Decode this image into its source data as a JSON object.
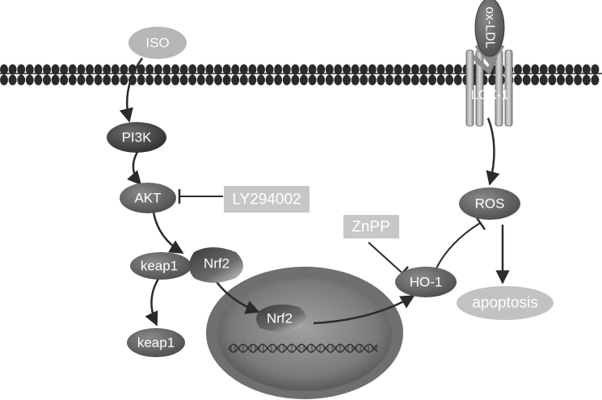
{
  "nodes": {
    "iso": "ISO",
    "pi3k": "PI3K",
    "akt": "AKT",
    "ly294002": "LY294002",
    "keap1": "keap1",
    "nrf2": "Nrf2",
    "znpp": "ZnPP",
    "ho1": "HO-1",
    "ros": "ROS",
    "apoptosis": "apoptosis",
    "oxldl": "ox-LDL",
    "lox1": "LOX-1"
  },
  "relations": [
    {
      "from": "ISO",
      "to": "PI3K",
      "type": "activates"
    },
    {
      "from": "PI3K",
      "to": "AKT",
      "type": "activates"
    },
    {
      "from": "LY294002",
      "to": "AKT",
      "type": "inhibits"
    },
    {
      "from": "AKT",
      "to": "keap1/Nrf2",
      "type": "activates"
    },
    {
      "from": "keap1/Nrf2",
      "to": "keap1",
      "type": "releases"
    },
    {
      "from": "Nrf2",
      "to": "Nrf2 (nucleus)",
      "type": "translocates"
    },
    {
      "from": "Nrf2 (nucleus)",
      "to": "HO-1",
      "type": "activates"
    },
    {
      "from": "ZnPP",
      "to": "HO-1",
      "type": "inhibits"
    },
    {
      "from": "HO-1",
      "to": "ROS",
      "type": "inhibits"
    },
    {
      "from": "ox-LDL",
      "to": "LOX-1",
      "type": "binds"
    },
    {
      "from": "LOX-1",
      "to": "ROS",
      "type": "activates"
    },
    {
      "from": "ROS",
      "to": "apoptosis",
      "type": "activates"
    }
  ],
  "colors": {
    "membrane": "#2b2b2b",
    "arrow": "#2b2b2b",
    "light_node": "#b6b6b6",
    "inhibitor_box": "#c7c7c7"
  }
}
